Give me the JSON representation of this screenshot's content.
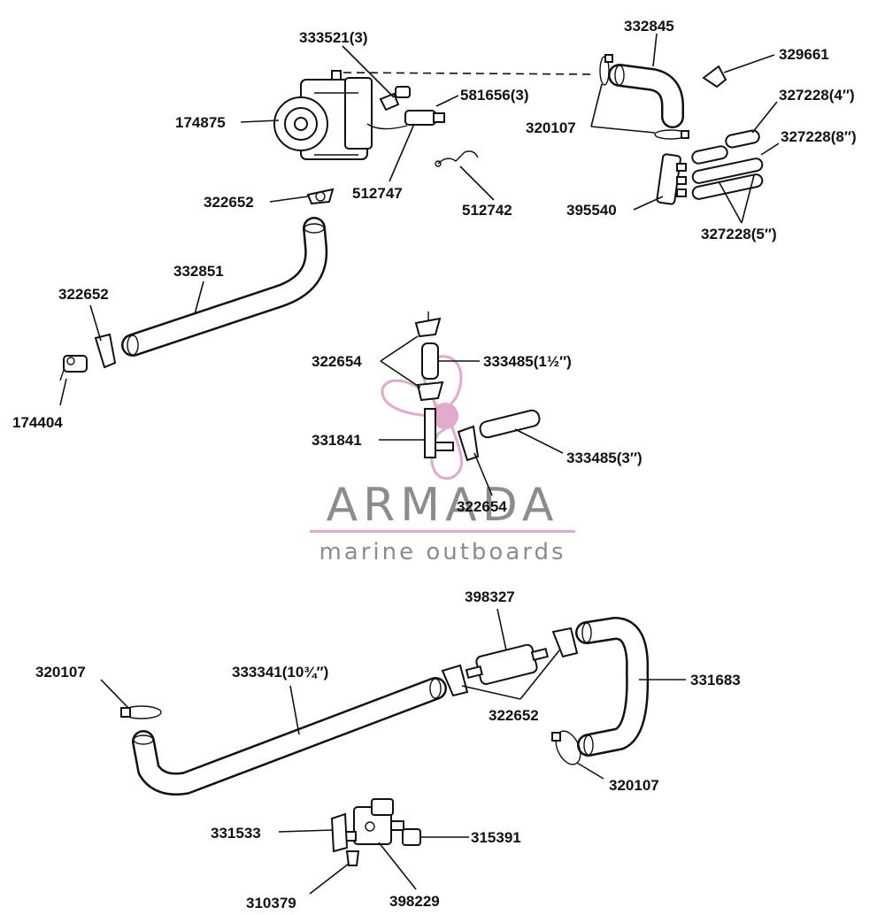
{
  "watermark": {
    "brand": "ARMADA",
    "tagline": "marine outboards",
    "accent_color": "#e3a9cc",
    "text_color": "#8c8c8c"
  },
  "parts": {
    "p333521": "333521(3)",
    "p332845": "332845",
    "p329661": "329661",
    "p327228_4": "327228(4′′)",
    "p327228_8": "327228(8′′)",
    "p327228_5": "327228(5′′)",
    "p174875": "174875",
    "p581656": "581656(3)",
    "p320107_top": "320107",
    "p512747": "512747",
    "p512742": "512742",
    "p395540": "395540",
    "p322652_top": "322652",
    "p332851": "332851",
    "p322652_left": "322652",
    "p174404": "174404",
    "p322654_a": "322654",
    "p333485_a": "333485(1½′′)",
    "p331841": "331841",
    "p333485_b": "333485(3′′)",
    "p322654_b": "322654",
    "p398327": "398327",
    "p320107_left": "320107",
    "p333341": "333341(10¾′′)",
    "p331683": "331683",
    "p322652_bottom": "322652",
    "p320107_bottom": "320107",
    "p331533": "331533",
    "p315391": "315391",
    "p310379": "310379",
    "p398229": "398229"
  }
}
